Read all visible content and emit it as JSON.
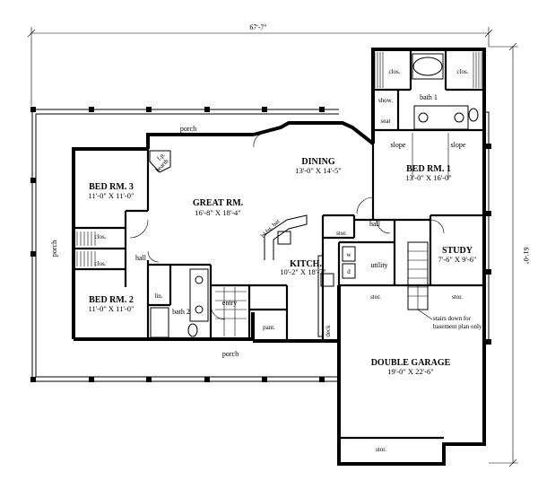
{
  "overall_width": "67'-7\"",
  "overall_depth": "61'-0\"",
  "rooms": {
    "bed3": {
      "name": "BED RM. 3",
      "size": "11'-0\" X 11'-0\""
    },
    "bed2": {
      "name": "BED RM. 2",
      "size": "11'-0\" X 11'-0\""
    },
    "great": {
      "name": "GREAT RM.",
      "size": "16'-8\" X 18'-4\""
    },
    "dining": {
      "name": "DINING",
      "size": "13'-0\" X 14'-5\""
    },
    "kitch": {
      "name": "KITCH.",
      "size": "10'-2\" X 18'-7\""
    },
    "bed1": {
      "name": "BED RM. 1",
      "size": "13'-0\" X 16'-0\""
    },
    "study": {
      "name": "STUDY",
      "size": "7'-6\" X 9'-6\""
    },
    "garage": {
      "name": "DOUBLE GARAGE",
      "size": "19'-0\" X 22'-6\""
    }
  },
  "labels": {
    "porch_top": "porch",
    "porch_left": "porch",
    "porch_bottom": "porch",
    "bath1": "bath 1",
    "bath2": "bath 2",
    "clos_tl": "clos.",
    "clos_tr": "clos.",
    "clos_a": "clos.",
    "clos_b": "clos.",
    "hall_left": "hall",
    "hall_right": "hall",
    "fireplace_1": "f.p.",
    "fireplace_2": "hearth",
    "bkfst_bar": "bkfst. bar",
    "slope_left": "slope",
    "slope_right": "slope",
    "seat": "seat",
    "linen": "lin.",
    "entry": "entry",
    "pantry": "pant.",
    "stor_a": "stor.",
    "stor_b": "stor.",
    "stor_c": "stor.",
    "stor_d": "stor.",
    "utility": "utility",
    "w": "w",
    "d": "d",
    "stairs_note_1": "stairs down for",
    "stairs_note_2": "basement plan only",
    "shower": "show.",
    "deck": "deck"
  }
}
